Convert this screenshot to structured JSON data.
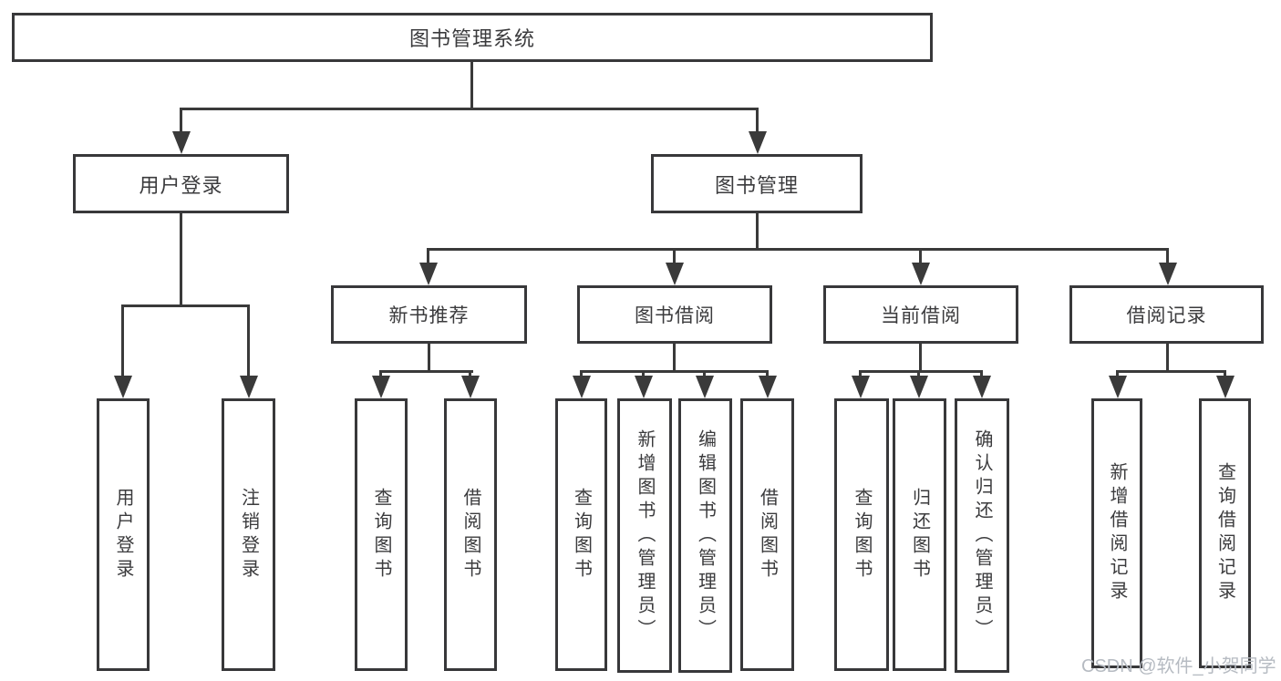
{
  "colors": {
    "background": "#ffffff",
    "box_border": "#38383a",
    "connector": "#3a3a3a",
    "text": "#3b3b3d",
    "watermark": "#b6bbc2"
  },
  "watermark": {
    "text": "CSDN @软件_小贺同学"
  },
  "tree": {
    "root": {
      "label": "图书管理系统",
      "children": [
        {
          "label": "用户登录",
          "children": [
            {
              "label": "用户登录"
            },
            {
              "label": "注销登录"
            }
          ]
        },
        {
          "label": "图书管理",
          "children": [
            {
              "label": "新书推荐",
              "children": [
                {
                  "label": "查询图书"
                },
                {
                  "label": "借阅图书"
                }
              ]
            },
            {
              "label": "图书借阅",
              "children": [
                {
                  "label": "查询图书"
                },
                {
                  "label": "新增图书（管理员）"
                },
                {
                  "label": "编辑图书（管理员）"
                },
                {
                  "label": "借阅图书"
                }
              ]
            },
            {
              "label": "当前借阅",
              "children": [
                {
                  "label": "查询图书"
                },
                {
                  "label": "归还图书"
                },
                {
                  "label": "确认归还（管理员）"
                }
              ]
            },
            {
              "label": "借阅记录",
              "children": [
                {
                  "label": "新增借阅记录"
                },
                {
                  "label": "查询借阅记录"
                }
              ]
            }
          ]
        }
      ]
    }
  }
}
